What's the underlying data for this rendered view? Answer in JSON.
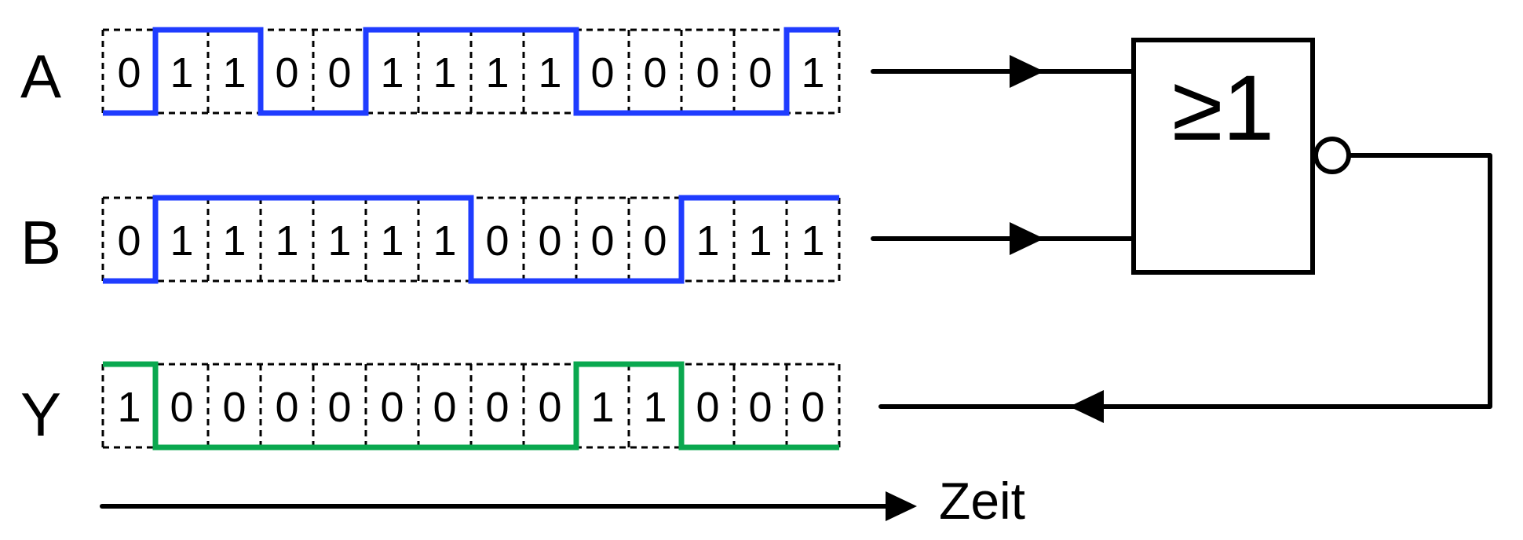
{
  "signals": [
    {
      "name": "A",
      "bits": [
        0,
        1,
        1,
        0,
        0,
        1,
        1,
        1,
        1,
        0,
        0,
        0,
        0,
        1
      ]
    },
    {
      "name": "B",
      "bits": [
        0,
        1,
        1,
        1,
        1,
        1,
        1,
        0,
        0,
        0,
        0,
        1,
        1,
        1
      ]
    },
    {
      "name": "Y",
      "bits": [
        1,
        0,
        0,
        0,
        0,
        0,
        0,
        0,
        0,
        1,
        1,
        0,
        0,
        0
      ]
    }
  ],
  "gate": {
    "symbol": "≥1"
  },
  "time_axis": {
    "label": "Zeit"
  },
  "colors": {
    "input_wave": "#1f3cff",
    "output_wave": "#0aa84f",
    "lines": "#000000"
  }
}
